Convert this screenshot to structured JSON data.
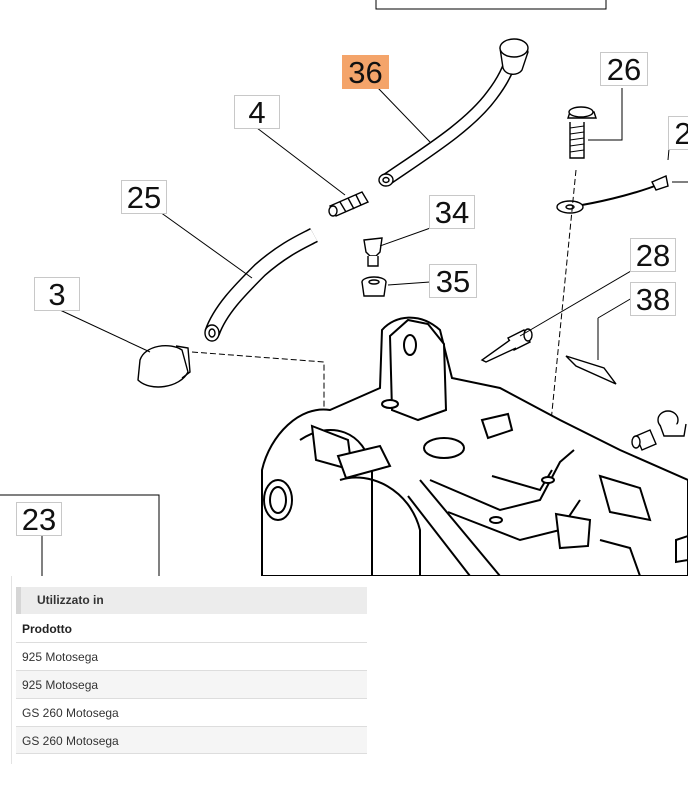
{
  "diagram": {
    "callouts": [
      {
        "id": "c36",
        "label": "36",
        "highlight": true
      },
      {
        "id": "c4",
        "label": "4"
      },
      {
        "id": "c25",
        "label": "25"
      },
      {
        "id": "c3",
        "label": "3"
      },
      {
        "id": "c26",
        "label": "26"
      },
      {
        "id": "c2x",
        "label": "2"
      },
      {
        "id": "c34",
        "label": "34"
      },
      {
        "id": "c35",
        "label": "35"
      },
      {
        "id": "c28",
        "label": "28"
      },
      {
        "id": "c38",
        "label": "38"
      },
      {
        "id": "c23",
        "label": "23"
      }
    ],
    "colors": {
      "highlight": "#f4a46a",
      "line": "#000000"
    }
  },
  "used_in": {
    "title": "Utilizzato in",
    "column_header": "Prodotto",
    "rows": [
      "925 Motosega",
      "925 Motosega",
      "GS 260 Motosega",
      "GS 260 Motosega"
    ]
  }
}
